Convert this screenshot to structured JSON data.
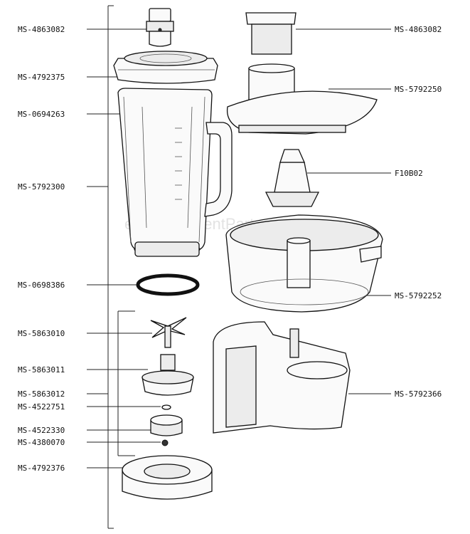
{
  "watermark": "eReplacementParts.com",
  "callouts_left": [
    "MS-4863082",
    "MS-4792375",
    "MS-0694263",
    "MS-5792300",
    "MS-0698386",
    "MS-5863010",
    "MS-5863011",
    "MS-5863012",
    "MS-4522751",
    "MS-4522330",
    "MS-4380070",
    "MS-4792376"
  ],
  "callouts_right": [
    "MS-4863082",
    "MS-5792250",
    "F10B02",
    "MS-5792252",
    "MS-5792366"
  ]
}
